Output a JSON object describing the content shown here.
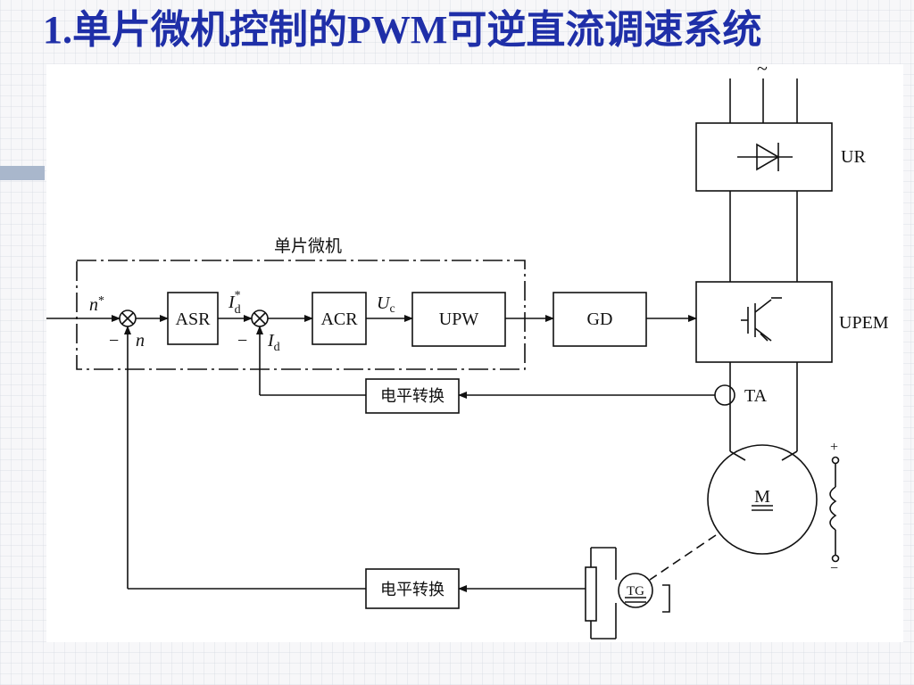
{
  "slide": {
    "title": "1.单片微机控制的PWM可逆直流调速系统"
  },
  "diagram": {
    "mcu_group_label": "单片微机",
    "blocks": {
      "asr": "ASR",
      "acr": "ACR",
      "upw": "UPW",
      "gd": "GD",
      "level_shift_current": "电平转换",
      "level_shift_speed": "电平转换"
    },
    "side_labels": {
      "ur": "UR",
      "upem": "UPEM",
      "ta": "TA",
      "motor": "M",
      "tg": "TG",
      "ac_supply": "~"
    },
    "signals": {
      "n_ref": "n",
      "n_ref_sup": "*",
      "n_fb": "n",
      "minus1": "−",
      "id_ref": "I",
      "id_ref_sub": "d",
      "id_ref_sup": "*",
      "id_fb": "I",
      "id_fb_sub": "d",
      "minus2": "−",
      "uc": "U",
      "uc_sub": "c",
      "field_plus": "+",
      "field_minus": "−"
    }
  }
}
